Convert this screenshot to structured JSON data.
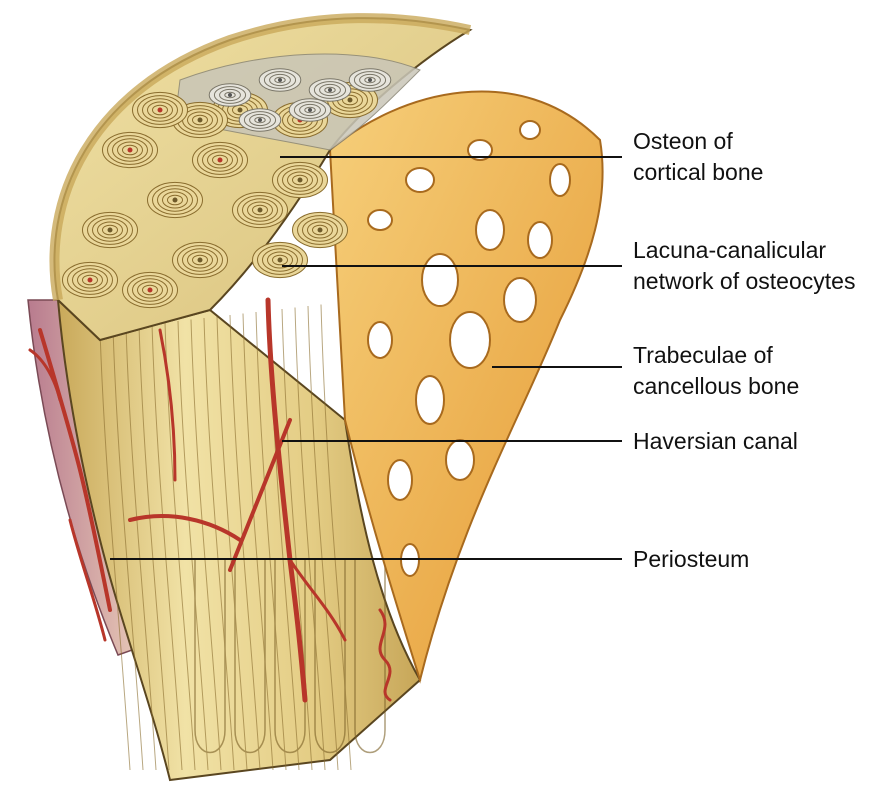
{
  "labels": {
    "osteon": [
      "Osteon of",
      "cortical bone"
    ],
    "lacuna": [
      "Lacuna-canalicular",
      "network of osteocytes"
    ],
    "trabeculae": [
      "Trabeculae of",
      "cancellous bone"
    ],
    "haversian": [
      "Haversian canal"
    ],
    "periosteum": [
      "Periosteum"
    ]
  },
  "colors": {
    "bone_light": "#f1e2a6",
    "bone_mid": "#d9bd6e",
    "bone_dark": "#a8893c",
    "cancellous": "#e9a83c",
    "cancellous_light": "#f6cf7a",
    "vessel": "#b8362a",
    "periosteum": "#c98a9a",
    "outline": "#5a4620",
    "leader": "#111111"
  }
}
